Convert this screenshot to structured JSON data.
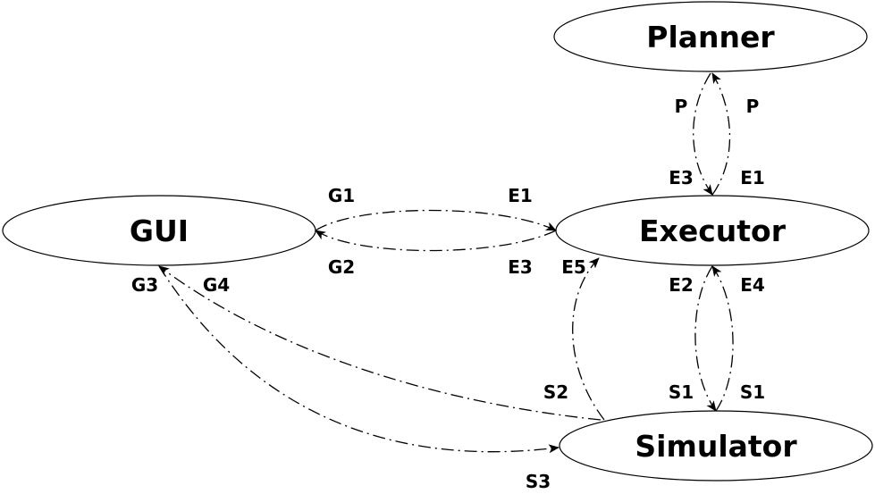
{
  "nodes": {
    "planner": "Planner",
    "gui": "GUI",
    "executor": "Executor",
    "simulator": "Simulator"
  },
  "edge_labels": {
    "planner_executor_left": "P",
    "planner_executor_right": "P",
    "executor_e3_top": "E3",
    "executor_e1_top": "E1",
    "gui_g1": "G1",
    "executor_e1_left": "E1",
    "gui_g2": "G2",
    "executor_e3_left": "E3",
    "executor_e5": "E5",
    "executor_e2": "E2",
    "executor_e4": "E4",
    "gui_g3": "G3",
    "gui_g4": "G4",
    "simulator_s2": "S2",
    "simulator_s1_left": "S1",
    "simulator_s1_right": "S1",
    "simulator_s3": "S3"
  },
  "colors": {
    "stroke": "#000000",
    "background": "#ffffff"
  }
}
